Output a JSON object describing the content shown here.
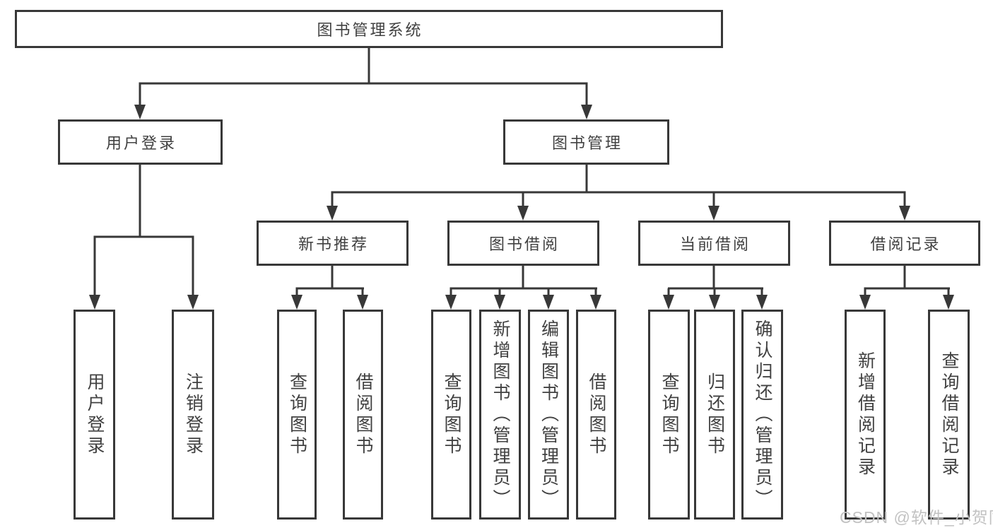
{
  "diagram": {
    "tree": {
      "label": "图书管理系统",
      "children": [
        {
          "label": "用户登录",
          "children": [
            {
              "label": "用户登录"
            },
            {
              "label": "注销登录"
            }
          ]
        },
        {
          "label": "图书管理",
          "children": [
            {
              "label": "新书推荐",
              "children": [
                {
                  "label": "查询图书"
                },
                {
                  "label": "借阅图书"
                }
              ]
            },
            {
              "label": "图书借阅",
              "children": [
                {
                  "label": "查询图书"
                },
                {
                  "label": "新增图书（管理员）"
                },
                {
                  "label": "编辑图书（管理员）"
                },
                {
                  "label": "借阅图书"
                }
              ]
            },
            {
              "label": "当前借阅",
              "children": [
                {
                  "label": "查询图书"
                },
                {
                  "label": "归还图书"
                },
                {
                  "label": "确认归还（管理员）"
                }
              ]
            },
            {
              "label": "借阅记录",
              "children": [
                {
                  "label": "新增借阅记录"
                },
                {
                  "label": "查询借阅记录"
                }
              ]
            }
          ]
        }
      ]
    },
    "colors": {
      "line": "#383838",
      "text": "#414141",
      "watermark": "#c2c2c2",
      "background": "#ffffff"
    }
  },
  "watermark": {
    "text": "CSDN @软件_小贺同学"
  }
}
